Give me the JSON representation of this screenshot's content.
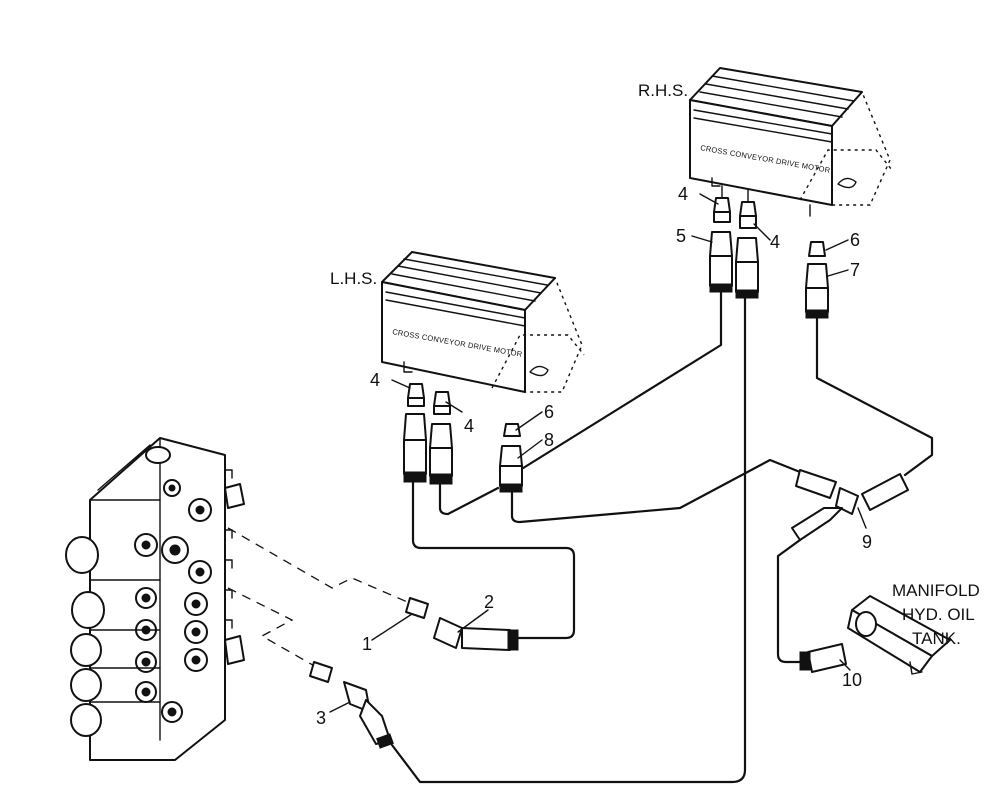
{
  "labels": {
    "rhs": "R.H.S.",
    "lhs": "L.H.S.",
    "motor_text": "CROSS CONVEYOR DRIVE MOTOR",
    "tank_line1": "MANIFOLD",
    "tank_line2": "HYD. OIL",
    "tank_line3": "TANK."
  },
  "callouts": {
    "c1": "1",
    "c2": "2",
    "c3": "3",
    "c4_lhs_a": "4",
    "c4_lhs_b": "4",
    "c4_rhs_a": "4",
    "c4_rhs_b": "4",
    "c5": "5",
    "c6_rhs": "6",
    "c6_lhs": "6",
    "c7": "7",
    "c8": "8",
    "c9": "9",
    "c10": "10"
  }
}
